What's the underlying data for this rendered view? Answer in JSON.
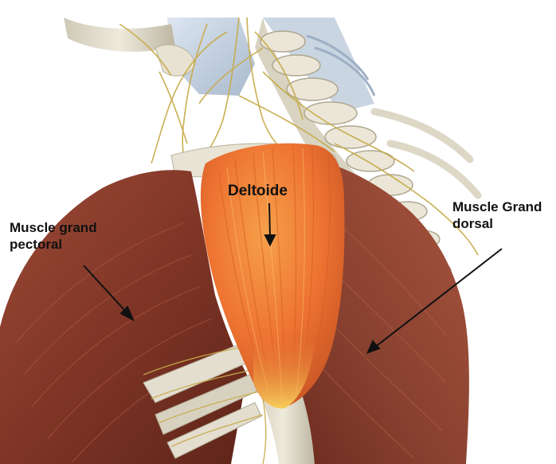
{
  "image": {
    "subject": "shoulder-anatomy-illustration"
  },
  "labels": {
    "pectoral": {
      "line1": "Muscle grand",
      "line2": "pectoral"
    },
    "deltoid": {
      "text": "Deltoide"
    },
    "dorsal": {
      "line1": "Muscle Grand",
      "line2": "dorsal"
    }
  },
  "colors": {
    "background": "#ffffff",
    "muscle_dark": "#7a3325",
    "muscle_mid": "#a6503a",
    "deltoid_orange": "#f07a35",
    "deltoid_highlight": "#f6c451",
    "bone": "#e4dfcf",
    "cartilage": "#c9d6e6",
    "nerve": "#c8ab4a",
    "label_text": "#111111"
  }
}
